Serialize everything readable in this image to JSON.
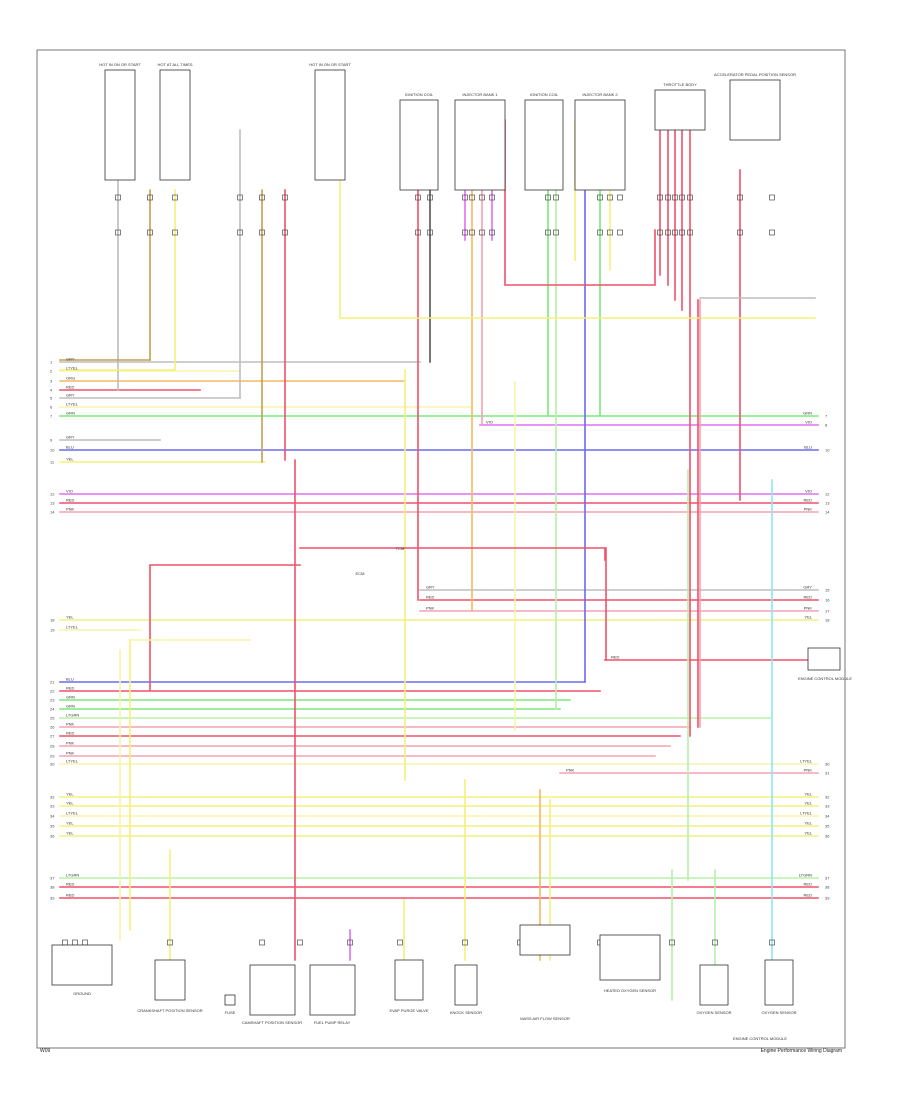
{
  "colors": {
    "RED": "#f0506a",
    "PNK": "#f6a0b0",
    "YEL": "#f5f07a",
    "LTYEL": "#f7f3a8",
    "ORG": "#f6b860",
    "BRN": "#c4a050",
    "GRN": "#7ce87a",
    "LTGRN": "#b5f0a8",
    "BLU": "#6a6af0",
    "LTBLU": "#8ee8f0",
    "VIO": "#e070f0",
    "GRY": "#bdbdbd",
    "BLK": "#555555",
    "WHT": "#dddddd"
  },
  "footer": {
    "left": "W09",
    "right": "Engine Performance Wiring Diagram"
  },
  "top_components": [
    {
      "id": "c1",
      "label": "HOT IN ON OR START"
    },
    {
      "id": "c2",
      "label": "HOT AT ALL TIMES"
    },
    {
      "id": "c3",
      "label": "HOT IN ON OR START"
    },
    {
      "id": "c4",
      "label": "IGNITION COIL"
    },
    {
      "id": "c5",
      "label": "INJECTOR BANK 1"
    },
    {
      "id": "c6",
      "label": "IGNITION COIL"
    },
    {
      "id": "c7",
      "label": "INJECTOR BANK 2"
    },
    {
      "id": "c8",
      "label": "THROTTLE BODY"
    },
    {
      "id": "c9",
      "label": "ACCELERATOR PEDAL POSITION SENSOR"
    }
  ],
  "right_labels": [
    {
      "id": "r1",
      "label": "ENGINE CONTROL MODULE"
    },
    {
      "id": "r2",
      "label": "ENGINE CONTROL MODULE"
    }
  ],
  "bottom_components": [
    {
      "id": "b1",
      "label": "CRANKSHAFT POSITION SENSOR"
    },
    {
      "id": "b2",
      "label": "CAMSHAFT POSITION SENSOR"
    },
    {
      "id": "b3",
      "label": "FUSE"
    },
    {
      "id": "b4",
      "label": "FUEL PUMP RELAY"
    },
    {
      "id": "b5",
      "label": "EVAP PURGE VALVE"
    },
    {
      "id": "b6",
      "label": "KNOCK SENSOR"
    },
    {
      "id": "b7",
      "label": "MASS AIR FLOW SENSOR"
    },
    {
      "id": "b8",
      "label": "HEATED OXYGEN SENSOR"
    },
    {
      "id": "b9",
      "label": "OXYGEN SENSOR"
    },
    {
      "id": "b10",
      "label": "OXYGEN SENSOR"
    }
  ],
  "left_box": {
    "label": "GROUND"
  },
  "mid_labels": [
    {
      "id": "m1",
      "label": "TCM"
    },
    {
      "id": "m2",
      "label": "ECM"
    }
  ]
}
